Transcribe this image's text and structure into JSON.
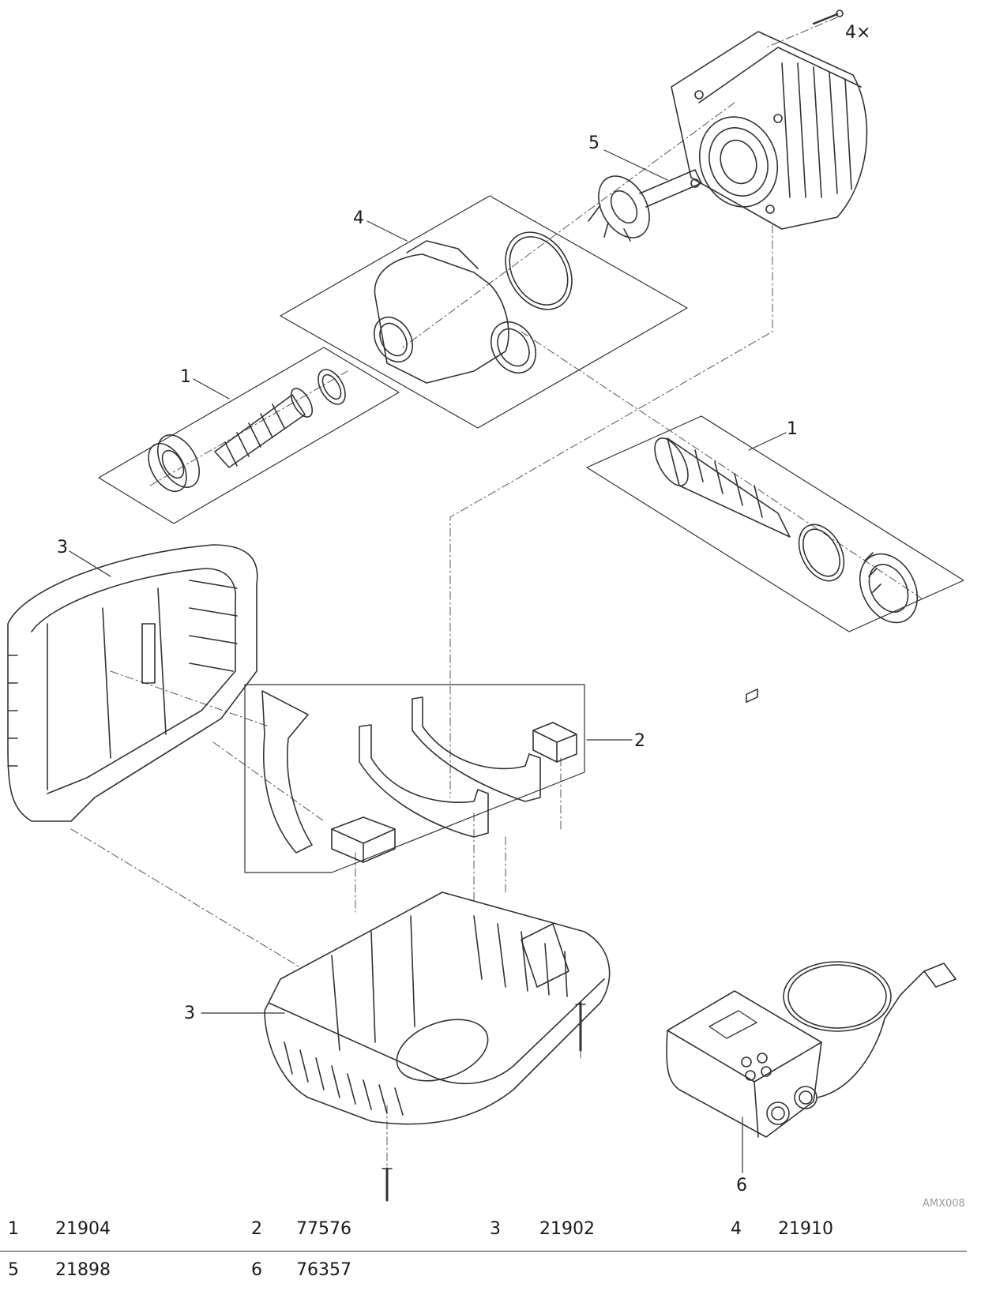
{
  "callouts": {
    "screws_qty": "4×",
    "c5": "5",
    "c4": "4",
    "c1_left": "1",
    "c1_right": "1",
    "c3_top": "3",
    "c2": "2",
    "c3_bottom": "3",
    "c6": "6"
  },
  "watermark": "AMX008",
  "parts_table": {
    "row1": [
      {
        "pos": "1",
        "number": "21904"
      },
      {
        "pos": "2",
        "number": "77576"
      },
      {
        "pos": "3",
        "number": "21902"
      },
      {
        "pos": "4",
        "number": "21910"
      }
    ],
    "row2": [
      {
        "pos": "5",
        "number": "21898"
      },
      {
        "pos": "6",
        "number": "76357"
      }
    ]
  }
}
